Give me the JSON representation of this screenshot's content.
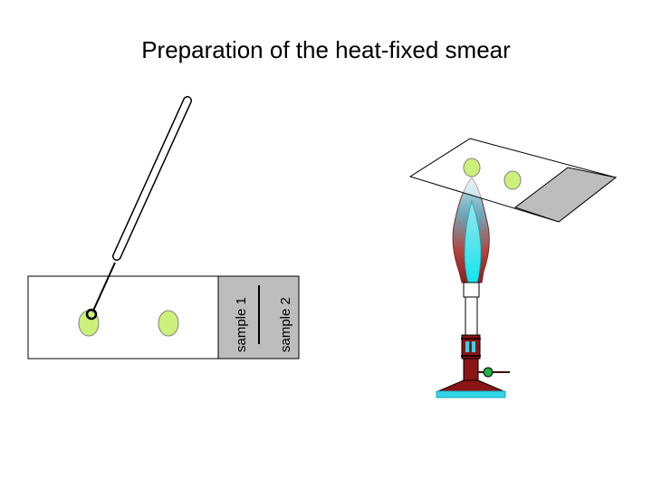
{
  "title": "Preparation of the heat-fixed smear",
  "slide_labels": {
    "sample1": "sample 1",
    "sample2": "sample 2"
  },
  "colors": {
    "sample_fill": "#ccf07a",
    "frosted_end": "#bdbdbd",
    "burner_base": "#8b1414",
    "burner_foot": "#33d6e8",
    "flame_inner": "#12e6ef",
    "valve": "#22b14c"
  }
}
